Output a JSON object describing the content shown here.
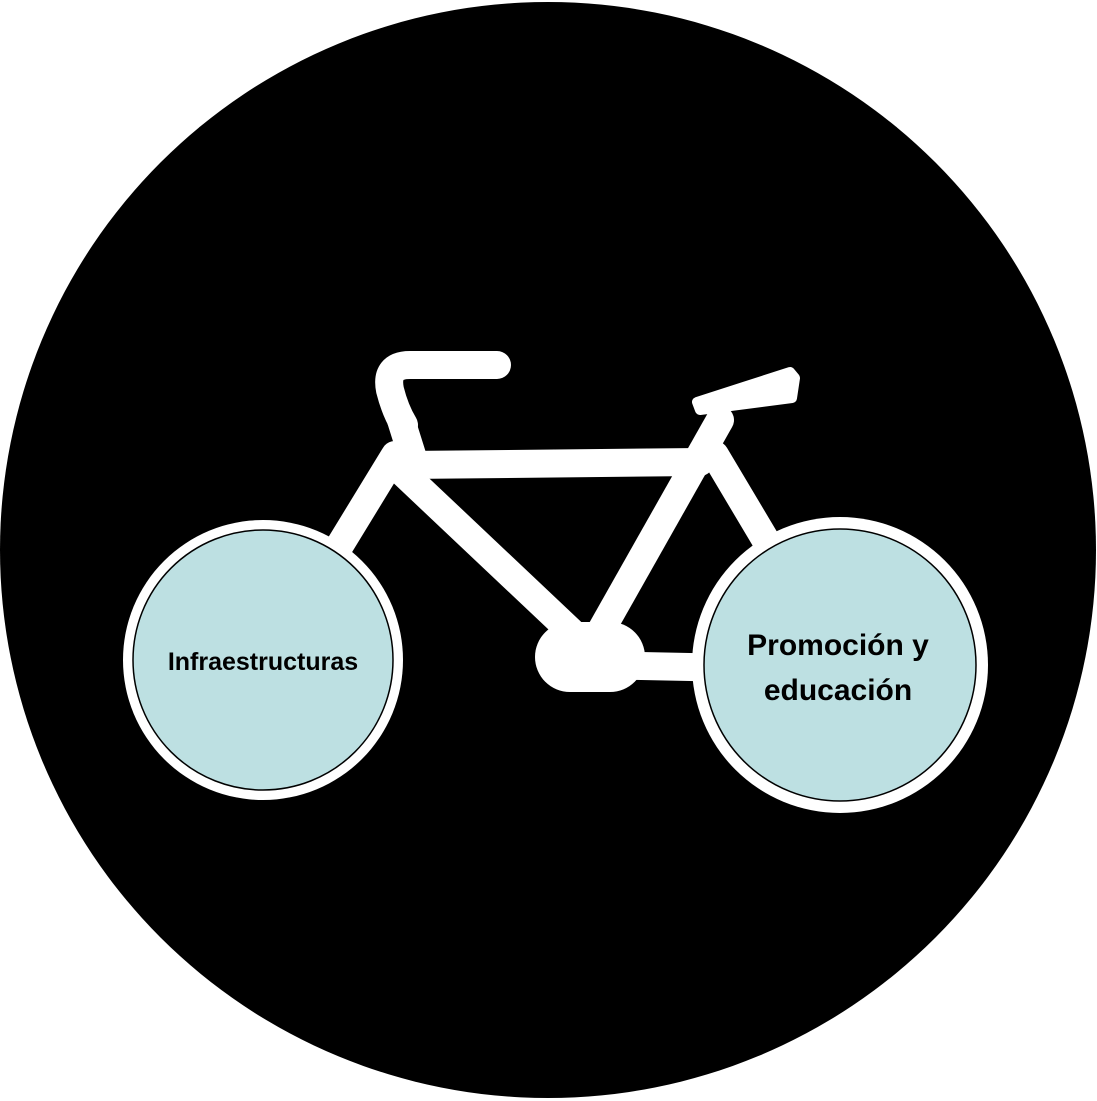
{
  "diagram": {
    "background_color": "#000000",
    "bicycle_color": "#ffffff",
    "wheel_fill": "#bde0e2",
    "left_wheel": {
      "label": "Infraestructuras"
    },
    "right_wheel": {
      "label_line1": "Promoción y",
      "label_line2": "educación"
    }
  }
}
